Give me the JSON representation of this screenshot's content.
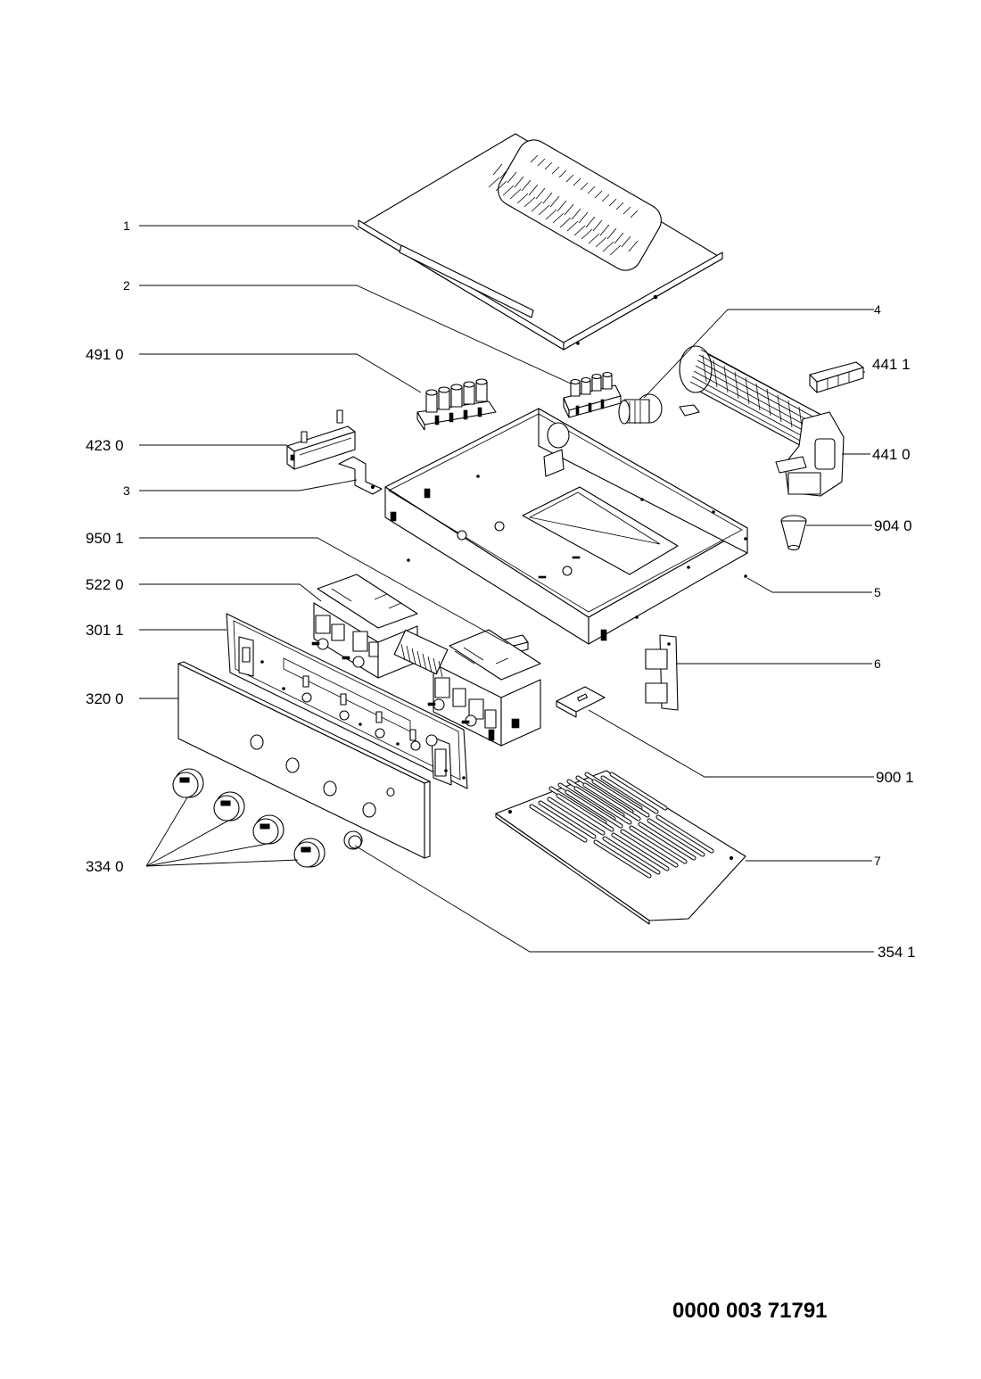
{
  "labels": {
    "l1": "1",
    "l2": "2",
    "l3": "3",
    "l4": "4",
    "l5": "5",
    "l6": "6",
    "l7": "7",
    "l4910": "491 0",
    "l4230": "423 0",
    "l9501": "950 1",
    "l5220": "522 0",
    "l3011": "301 1",
    "l3200": "320 0",
    "l3340": "334 0",
    "l4411": "441 1",
    "l4410": "441 0",
    "l9040": "904 0",
    "l9001": "900 1",
    "l3541": "354 1"
  },
  "document_number": "0000 003 71791"
}
